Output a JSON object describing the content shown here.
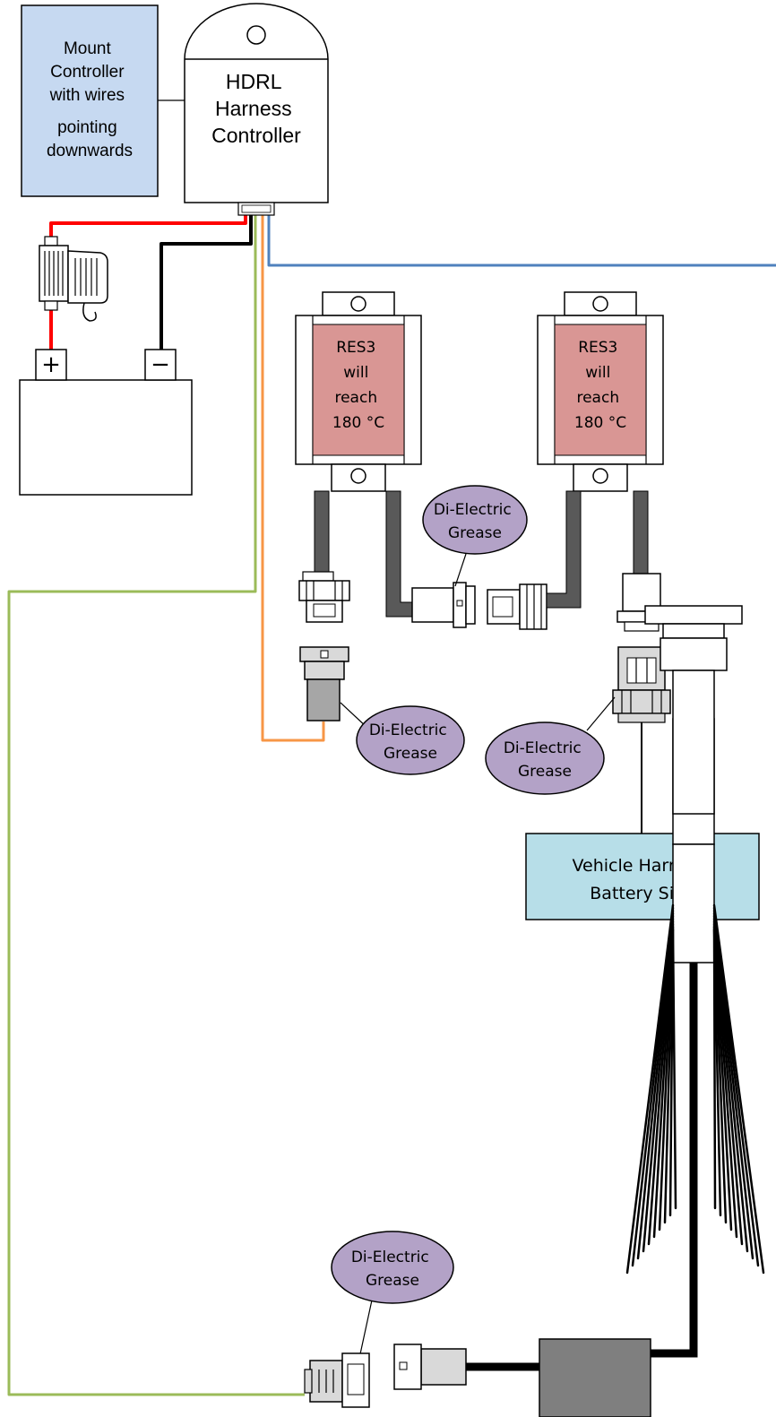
{
  "mount_note": {
    "lines": [
      "Mount",
      "Controller",
      "with wires",
      "pointing",
      "downwards"
    ]
  },
  "controller": {
    "lines": [
      "HDRL",
      "Harness",
      "Controller"
    ]
  },
  "battery": {
    "plus": "+",
    "minus": "−"
  },
  "resistors": [
    {
      "lines": [
        "RES3",
        "will",
        "reach",
        "180 °C"
      ]
    },
    {
      "lines": [
        "RES3",
        "will",
        "reach",
        "180 °C"
      ]
    }
  ],
  "grease_labels": [
    {
      "lines": [
        "Di-Electric",
        "Grease"
      ]
    },
    {
      "lines": [
        "Di-Electric",
        "Grease"
      ]
    },
    {
      "lines": [
        "Di-Electric",
        "Grease"
      ]
    },
    {
      "lines": [
        "Di-Electric",
        "Grease"
      ]
    }
  ],
  "vehicle_harness": {
    "lines": [
      "Vehicle Harness",
      "Battery Side"
    ]
  },
  "colors": {
    "note_fill": "#c6d9f1",
    "resistor_fill": "#d99694",
    "grease_fill": "#b3a2c7",
    "harness_fill": "#b7dee8",
    "wire_red": "#ff0000",
    "wire_black": "#000000",
    "wire_green": "#9bbb59",
    "wire_orange": "#f79646",
    "wire_blue": "#4f81bd",
    "lead_gray": "#595959",
    "driver_gray": "#7f7f7f"
  }
}
